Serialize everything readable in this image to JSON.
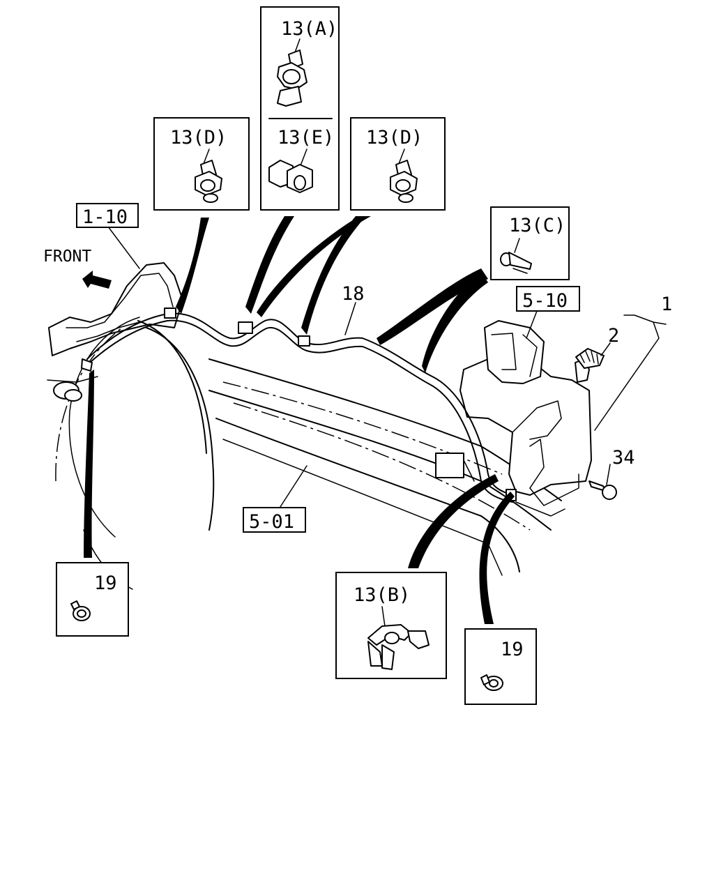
{
  "labels": {
    "ref_1_10": "1-10",
    "front": "FRONT",
    "clip_13a": "13(A)",
    "clip_13e": "13(E)",
    "clip_13d_left": "13(D)",
    "clip_13d_right": "13(D)",
    "clip_13c": "13(C)",
    "part_18": "18",
    "ref_5_10": "5-10",
    "part_1": "1",
    "part_2": "2",
    "part_34": "34",
    "ref_5_01": "5-01",
    "part_19_left": "19",
    "clip_13b": "13(B)",
    "part_19_right": "19"
  }
}
